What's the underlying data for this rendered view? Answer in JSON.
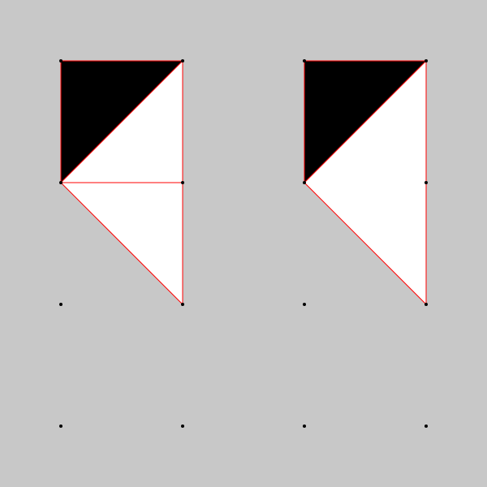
{
  "colors": {
    "background": "#c8c8c8",
    "edge": "#ff0000",
    "filled_black": "#000000",
    "filled_white": "#ffffff",
    "vertex": "#000000"
  },
  "panels": [
    {
      "name": "left-panel",
      "faces": [
        {
          "name": "black-triangle",
          "fill": "black",
          "vertices": [
            [
              0,
              0
            ],
            [
              1,
              0
            ],
            [
              0,
              1
            ]
          ]
        },
        {
          "name": "white-upper-triangle",
          "fill": "white",
          "vertices": [
            [
              1,
              0
            ],
            [
              1,
              1
            ],
            [
              0,
              1
            ]
          ]
        },
        {
          "name": "white-lower-triangle",
          "fill": "white",
          "vertices": [
            [
              0,
              1
            ],
            [
              1,
              1
            ],
            [
              1,
              2
            ]
          ]
        }
      ],
      "edges": [
        [
          [
            0,
            0
          ],
          [
            1,
            0
          ]
        ],
        [
          [
            0,
            0
          ],
          [
            0,
            1
          ]
        ],
        [
          [
            1,
            0
          ],
          [
            1,
            1
          ]
        ],
        [
          [
            0,
            1
          ],
          [
            1,
            0
          ]
        ],
        [
          [
            0,
            1
          ],
          [
            1,
            1
          ]
        ],
        [
          [
            1,
            1
          ],
          [
            1,
            2
          ]
        ],
        [
          [
            0,
            1
          ],
          [
            1,
            2
          ]
        ]
      ],
      "points": [
        [
          0,
          0
        ],
        [
          1,
          0
        ],
        [
          0,
          1
        ],
        [
          1,
          1
        ],
        [
          0,
          2
        ],
        [
          1,
          2
        ],
        [
          0,
          3
        ],
        [
          1,
          3
        ]
      ]
    },
    {
      "name": "right-panel",
      "faces": [
        {
          "name": "black-triangle",
          "fill": "black",
          "vertices": [
            [
              0,
              0
            ],
            [
              1,
              0
            ],
            [
              0,
              1
            ]
          ]
        },
        {
          "name": "white-large-triangle",
          "fill": "white",
          "vertices": [
            [
              1,
              0
            ],
            [
              1,
              2
            ],
            [
              0,
              1
            ]
          ]
        }
      ],
      "edges": [
        [
          [
            0,
            0
          ],
          [
            1,
            0
          ]
        ],
        [
          [
            0,
            0
          ],
          [
            0,
            1
          ]
        ],
        [
          [
            0,
            1
          ],
          [
            1,
            0
          ]
        ],
        [
          [
            1,
            0
          ],
          [
            1,
            2
          ]
        ],
        [
          [
            0,
            1
          ],
          [
            1,
            2
          ]
        ]
      ],
      "points": [
        [
          0,
          0
        ],
        [
          1,
          0
        ],
        [
          0,
          1
        ],
        [
          1,
          1
        ],
        [
          0,
          2
        ],
        [
          1,
          2
        ],
        [
          0,
          3
        ],
        [
          1,
          3
        ]
      ]
    }
  ]
}
